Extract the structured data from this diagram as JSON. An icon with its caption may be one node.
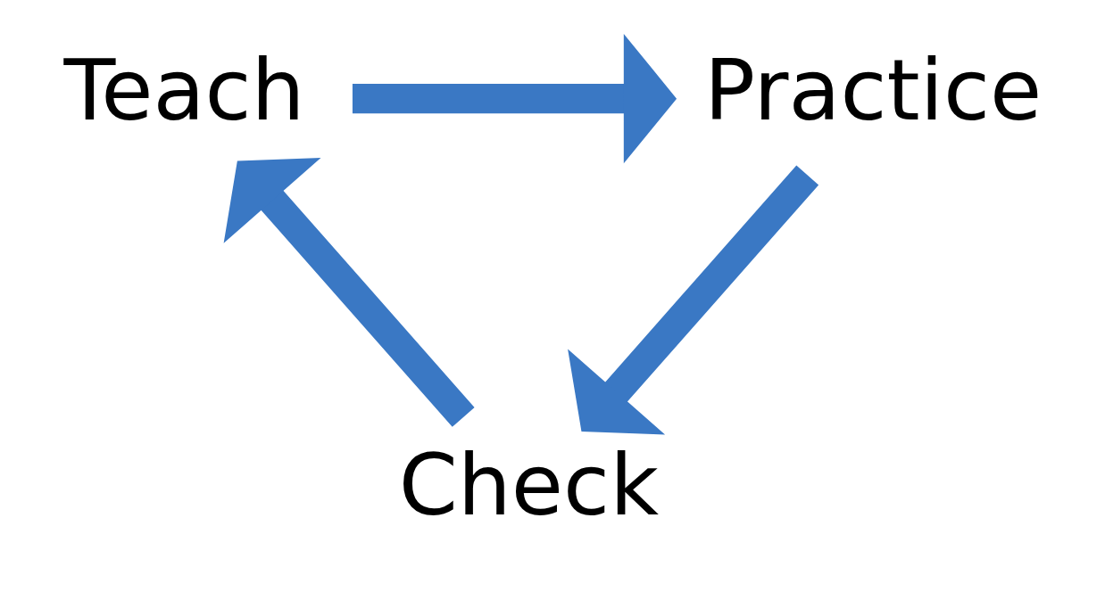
{
  "diagram": {
    "nodes": [
      {
        "text": [
          "Teach"
        ]
      },
      {
        "text": [
          "Practice"
        ]
      },
      {
        "text": [
          "Check"
        ]
      }
    ],
    "edges": [
      {
        "from": 0,
        "to": 1,
        "arrow": "to"
      },
      {
        "from": 1,
        "to": 2,
        "arrow": "to"
      },
      {
        "from": 2,
        "to": 0,
        "arrow": "to"
      }
    ]
  }
}
